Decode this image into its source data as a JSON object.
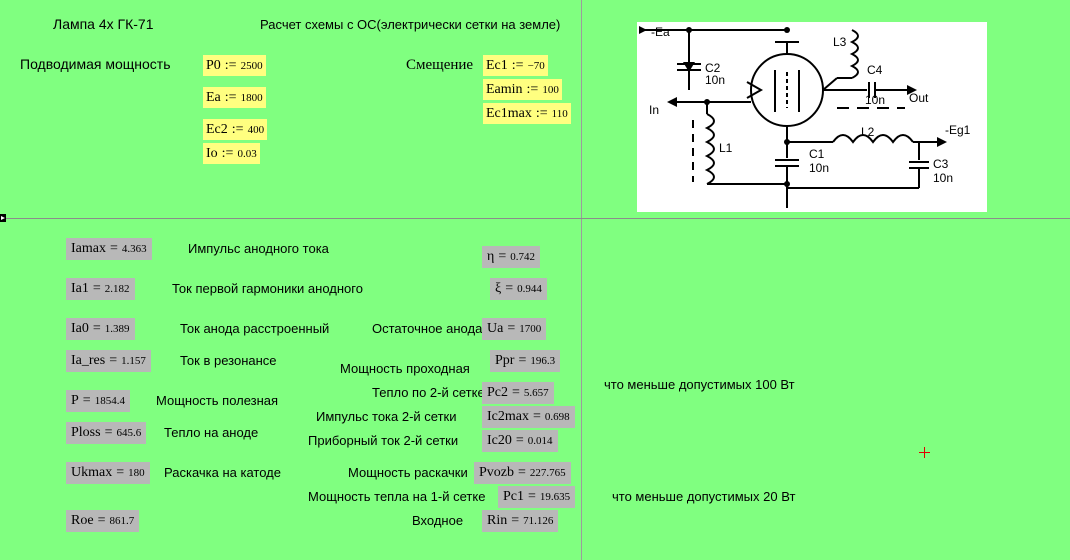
{
  "header": {
    "title": "Лампа 4х ГК-71",
    "subtitle": "Расчет схемы с ОС(электрически сетки на земле)"
  },
  "inputs": {
    "power_label": "Подводимая мощность",
    "bias_label": "Смещение",
    "P0": {
      "name": "P0",
      "value": "2500"
    },
    "Ea": {
      "name": "Ea",
      "value": "1800"
    },
    "Ec2": {
      "name": "Ec2",
      "value": "400"
    },
    "Io": {
      "name": "Io",
      "value": "0.03"
    },
    "Ec1": {
      "name": "Ec1",
      "value": "−70"
    },
    "Eamin": {
      "name": "Eamin",
      "value": "100"
    },
    "Ec1max": {
      "name": "Ec1max",
      "value": "110"
    }
  },
  "assign_op": ":=",
  "eq_op": "=",
  "schematic": {
    "labels": {
      "ea": "-Ea",
      "c2": "C2",
      "c2v": "10n",
      "l3": "L3",
      "c4": "C4",
      "c4v": "10n",
      "out": "Out",
      "in": "In",
      "l1": "L1",
      "l2": "L2",
      "c1": "C1",
      "c1v": "10n",
      "c3": "C3",
      "c3v": "10n",
      "eg1": "-Eg1"
    }
  },
  "results": {
    "Iamax": {
      "name": "Iamax",
      "value": "4.363",
      "desc": "Импульс анодного тока"
    },
    "Ia1": {
      "name": "Ia1",
      "value": "2.182",
      "desc": "Ток первой гармоники анодного"
    },
    "Ia0": {
      "name": "Ia0",
      "value": "1.389",
      "desc": "Ток анода расстроенный"
    },
    "Ia_res": {
      "name": "Ia_res",
      "value": "1.157",
      "desc": "Ток в резонансе"
    },
    "P": {
      "name": "P",
      "value": "1854.4",
      "desc": "Мощность полезная"
    },
    "Ploss": {
      "name": "Ploss",
      "value": "645.6",
      "desc": "Тепло на аноде"
    },
    "Ukmax": {
      "name": "Ukmax",
      "value": "180",
      "desc": "Раскачка на катоде"
    },
    "Roe": {
      "name": "Roe",
      "value": "861.7"
    },
    "eta": {
      "name": "η",
      "value": "0.742"
    },
    "xi": {
      "name": "ξ",
      "value": "0.944"
    },
    "Ua": {
      "name": "Ua",
      "value": "1700",
      "desc": "Остаточное анода"
    },
    "Ppr": {
      "name": "Ppr",
      "value": "196.3",
      "desc": "Мощность проходная"
    },
    "Pc2": {
      "name": "Pc2",
      "value": "5.657",
      "desc": "Тепло по 2-й сетке"
    },
    "Ic2max": {
      "name": "Ic2max",
      "value": "0.698",
      "desc": "Импульс тока 2-й сетки"
    },
    "Ic20": {
      "name": "Ic20",
      "value": "0.014",
      "desc": "Приборный ток 2-й сетки"
    },
    "Pvozb": {
      "name": "Pvozb",
      "value": "227.765",
      "desc": "Мощность раскачки"
    },
    "Pc1": {
      "name": "Pc1",
      "value": "19.635",
      "desc": "Мощность тепла на 1-й сетке"
    },
    "Rin": {
      "name": "Rin",
      "value": "71.126",
      "desc": "Входное"
    }
  },
  "notes": {
    "pc2_note": "что меньше допустимых 100 Вт",
    "pc1_note": "что меньше допустимых 20 Вт"
  }
}
